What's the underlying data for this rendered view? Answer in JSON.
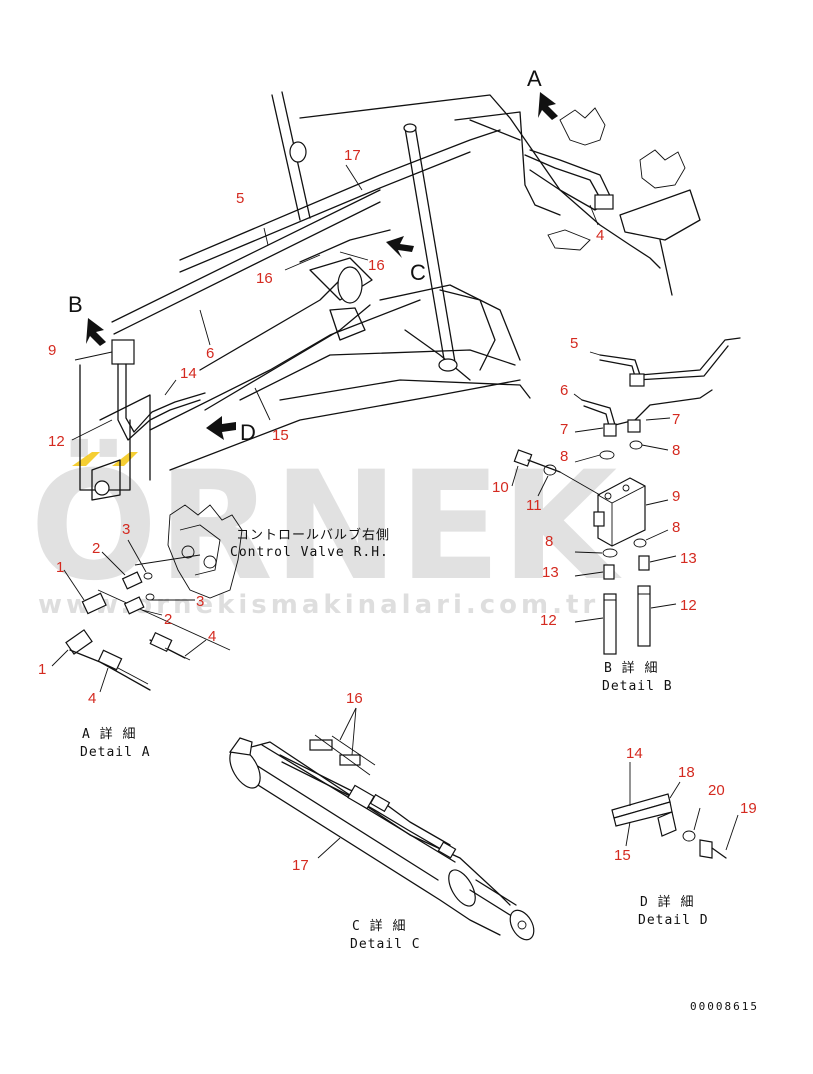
{
  "watermark": {
    "brand": "ÖRNEK",
    "url": "www.ornekismakinalari.com.tr",
    "accent_color": "#f2c200"
  },
  "view_letters": {
    "a": "A",
    "b": "B",
    "c": "C",
    "d": "D"
  },
  "callout_color": "#d42a20",
  "main_callouts": {
    "n5": "5",
    "n17": "17",
    "n16a": "16",
    "n16b": "16",
    "n4": "4",
    "n6": "6",
    "n9": "9",
    "n14": "14",
    "n15": "15",
    "n12": "12"
  },
  "detail_a": {
    "caption_jp": "A 詳 細",
    "caption_en": "Detail A",
    "note_jp": "コントロールバルブ右側",
    "note_en": "Control Valve R.H.",
    "callouts": {
      "c1a": "1",
      "c1b": "1",
      "c2a": "2",
      "c2b": "2",
      "c3a": "3",
      "c3b": "3",
      "c4a": "4",
      "c4b": "4"
    }
  },
  "detail_b": {
    "caption_jp": "B 詳 細",
    "caption_en": "Detail B",
    "callouts": {
      "c5": "5",
      "c6": "6",
      "c7a": "7",
      "c7b": "7",
      "c8a": "8",
      "c8b": "8",
      "c8c": "8",
      "c8d": "8",
      "c9": "9",
      "c10": "10",
      "c11": "11",
      "c12a": "12",
      "c12b": "12",
      "c13a": "13",
      "c13b": "13"
    }
  },
  "detail_c": {
    "caption_jp": "C 詳 細",
    "caption_en": "Detail C",
    "callouts": {
      "c16": "16",
      "c17": "17"
    }
  },
  "detail_d": {
    "caption_jp": "D 詳 細",
    "caption_en": "Detail D",
    "callouts": {
      "c14": "14",
      "c15": "15",
      "c18": "18",
      "c19": "19",
      "c20": "20"
    }
  },
  "drawing_code": "00008615"
}
